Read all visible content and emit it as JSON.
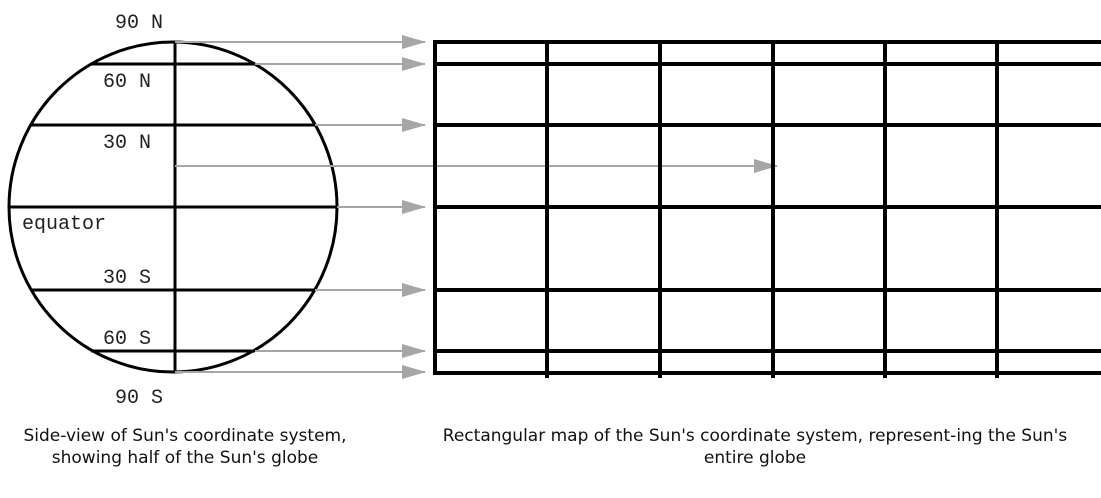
{
  "globe": {
    "latitude_labels": {
      "n90": "90 N",
      "n60": "60 N",
      "n30": "30 N",
      "equator": "equator",
      "s30": "30 S",
      "s60": "60 S",
      "s90": "90 S"
    }
  },
  "captions": {
    "left": "Side-view of Sun's coordinate system, showing half of the Sun's globe",
    "right": "Rectangular map of the Sun's coordinate system, represent-ing the Sun's entire globe"
  },
  "colors": {
    "lines": "#000000",
    "arrows": "#a6a6a6",
    "text": "#222222"
  }
}
